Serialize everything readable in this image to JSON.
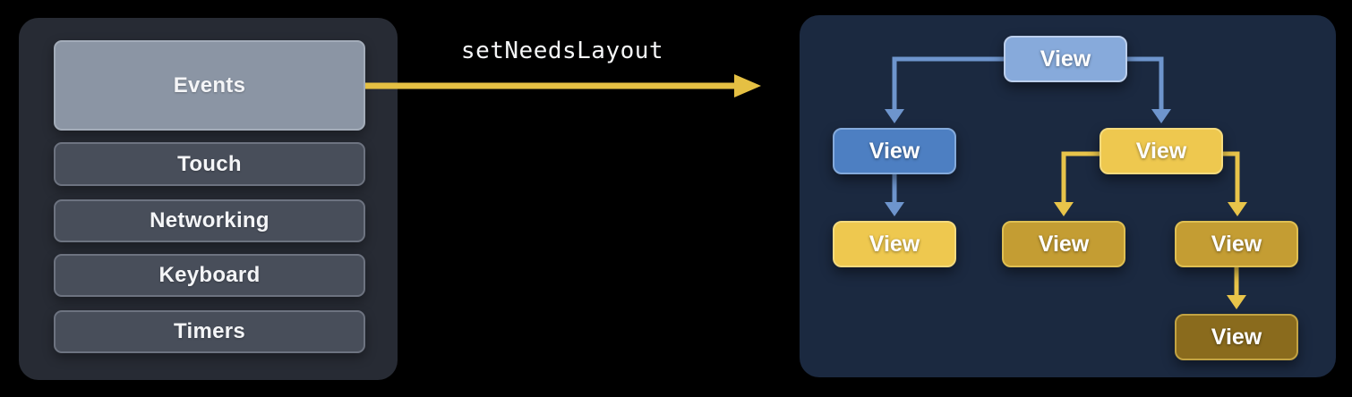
{
  "left_panel": {
    "items": [
      {
        "id": "events",
        "label": "Events",
        "highlighted": true
      },
      {
        "id": "touch",
        "label": "Touch",
        "highlighted": false
      },
      {
        "id": "networking",
        "label": "Networking",
        "highlighted": false
      },
      {
        "id": "keyboard",
        "label": "Keyboard",
        "highlighted": false
      },
      {
        "id": "timers",
        "label": "Timers",
        "highlighted": false
      }
    ]
  },
  "transition": {
    "label": "setNeedsLayout"
  },
  "right_panel": {
    "nodes": [
      {
        "id": "root",
        "label": "View",
        "variant": "blue-light"
      },
      {
        "id": "child-left",
        "label": "View",
        "variant": "blue"
      },
      {
        "id": "child-right",
        "label": "View",
        "variant": "yellow"
      },
      {
        "id": "gc-left",
        "label": "View",
        "variant": "yellow"
      },
      {
        "id": "gc-mid",
        "label": "View",
        "variant": "gold"
      },
      {
        "id": "gc-right",
        "label": "View",
        "variant": "gold"
      },
      {
        "id": "ggc",
        "label": "View",
        "variant": "brown"
      }
    ],
    "edges": [
      {
        "from": "root",
        "to": "child-left"
      },
      {
        "from": "root",
        "to": "child-right"
      },
      {
        "from": "child-left",
        "to": "gc-left"
      },
      {
        "from": "child-right",
        "to": "gc-mid"
      },
      {
        "from": "child-right",
        "to": "gc-right"
      },
      {
        "from": "gc-right",
        "to": "ggc"
      }
    ]
  },
  "colors": {
    "panel_left_bg": "#272b34",
    "panel_right_bg": "#1b2940",
    "box_gray": "#484e5a",
    "box_gray_border": "#6d7380",
    "box_events": "#8b95a4",
    "box_events_border": "#a3acb9",
    "arrow_gold": "#e5c043",
    "arrow_blue": "#6e95cd",
    "arrow_yellow_soft": "#e8c44a",
    "node_blue_light": "#87aadb",
    "node_blue_light_border": "#bccfec",
    "node_blue": "#4d7fc2",
    "node_blue_border": "#84aadb",
    "node_yellow": "#eec84f",
    "node_yellow_border": "#f4da7d",
    "node_gold": "#c49d33",
    "node_gold_border": "#dfbf52",
    "node_brown": "#8a6b1d",
    "node_brown_border": "#c2a343",
    "text_light": "#f4f5f7"
  }
}
